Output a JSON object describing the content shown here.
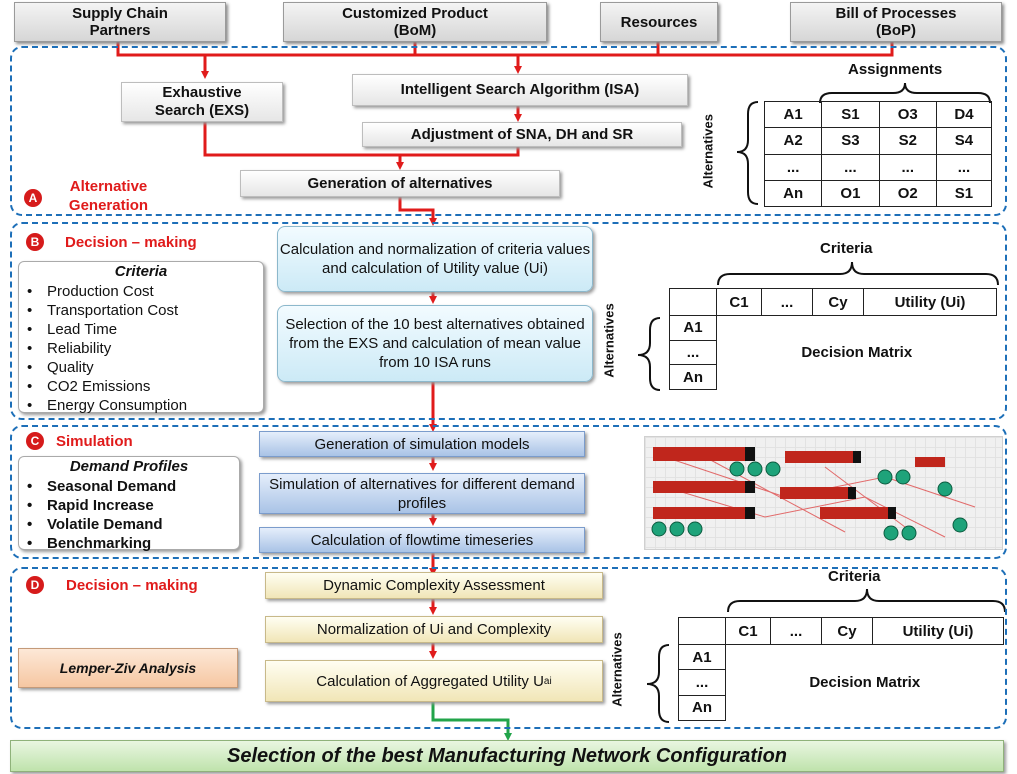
{
  "inputs": [
    {
      "line1": "Supply Chain",
      "line2": "Partners"
    },
    {
      "line1": "Customized Product",
      "line2": "(BoM)"
    },
    {
      "line1": "Resources",
      "line2": ""
    },
    {
      "line1": "Bill of Processes",
      "line2": "(BoP)"
    }
  ],
  "sectionA": {
    "letter": "A",
    "title_line1": "Alternative",
    "title_line2": "Generation",
    "exs_line1": "Exhaustive",
    "exs_line2": "Search (EXS)",
    "isa": "Intelligent Search Algorithm (ISA)",
    "adjust": "Adjustment of SNA, DH and SR",
    "generation": "Generation of alternatives",
    "assignments_label": "Assignments",
    "alternatives_label": "Alternatives",
    "table": [
      [
        "A1",
        "S1",
        "O3",
        "D4"
      ],
      [
        "A2",
        "S3",
        "S2",
        "S4"
      ],
      [
        "...",
        "...",
        "...",
        "..."
      ],
      [
        "An",
        "O1",
        "O2",
        "S1"
      ]
    ]
  },
  "sectionB": {
    "letter": "B",
    "title": "Decision – making",
    "criteria_title": "Criteria",
    "criteria": [
      "Production Cost",
      "Transportation Cost",
      "Lead Time",
      "Reliability",
      "Quality",
      "CO2 Emissions",
      "Energy Consumption"
    ],
    "calc": "Calculation and normalization of criteria values and calculation of Utility value (Ui)",
    "select": "Selection of the 10 best alternatives obtained from the EXS and calculation of mean value from 10 ISA runs",
    "matrix_criteria_label": "Criteria",
    "matrix_alt_label": "Alternatives",
    "matrix_cols": [
      "C1",
      "...",
      "Cy",
      "Utility (Ui)"
    ],
    "matrix_rows": [
      "A1",
      "...",
      "An"
    ],
    "matrix_center": "Decision Matrix"
  },
  "sectionC": {
    "letter": "C",
    "title": "Simulation",
    "profiles_title": "Demand Profiles",
    "profiles": [
      "Seasonal Demand",
      "Rapid Increase",
      "Volatile Demand",
      "Benchmarking"
    ],
    "gen": "Generation of simulation models",
    "sim": "Simulation of alternatives for different demand profiles",
    "calc": "Calculation of flowtime timeseries"
  },
  "sectionD": {
    "letter": "D",
    "title": "Decision – making",
    "lz": "Lemper-Ziv Analysis",
    "dyn": "Dynamic Complexity Assessment",
    "norm": "Normalization of Ui and Complexity",
    "agg": "Calculation of Aggregated Utility U",
    "agg_sub": "ai",
    "matrix_criteria_label": "Criteria",
    "matrix_alt_label": "Alternatives",
    "matrix_cols": [
      "C1",
      "...",
      "Cy",
      "Utility (Ui)"
    ],
    "matrix_rows": [
      "A1",
      "...",
      "An"
    ],
    "matrix_center": "Decision Matrix"
  },
  "final": "Selection of the best Manufacturing Network Configuration",
  "colors": {
    "arrow": "#e01b1b",
    "panel_border": "#1d6fb8",
    "green_arrow": "#22a44a"
  }
}
